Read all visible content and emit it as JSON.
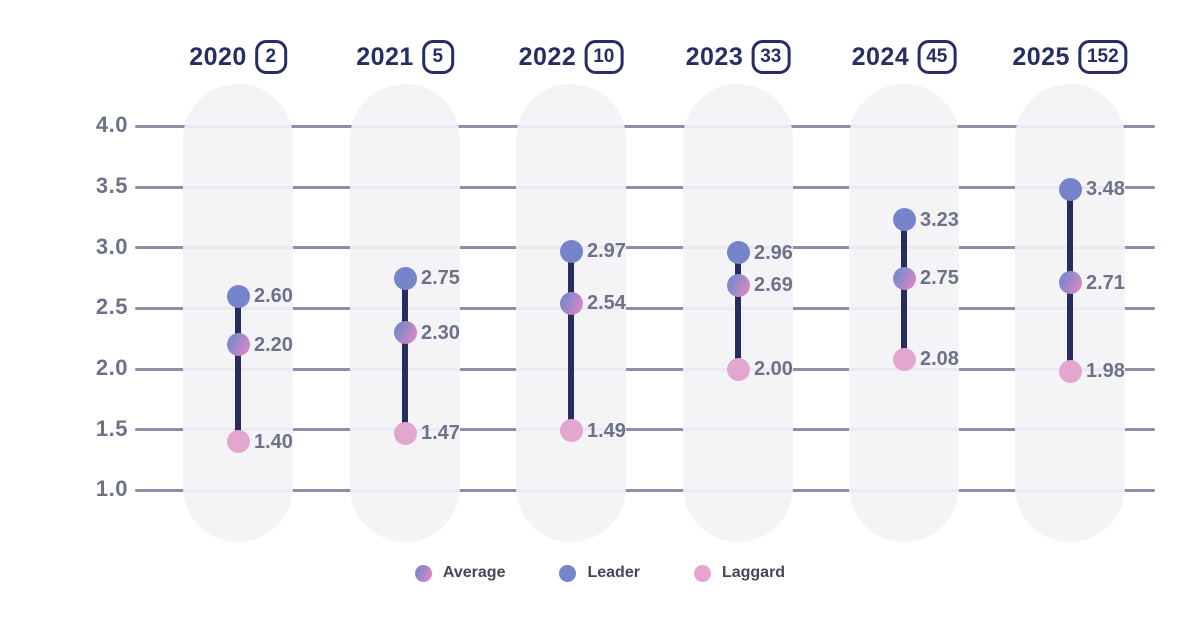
{
  "chart_data": {
    "type": "dumbbell",
    "title": "",
    "categories": [
      "2020",
      "2021",
      "2022",
      "2023",
      "2024",
      "2025"
    ],
    "category_badges": [
      "2",
      "5",
      "10",
      "33",
      "45",
      "152"
    ],
    "series": [
      {
        "name": "Leader",
        "values": [
          2.6,
          2.75,
          2.97,
          2.96,
          3.23,
          3.48
        ]
      },
      {
        "name": "Average",
        "values": [
          2.2,
          2.3,
          2.54,
          2.69,
          2.75,
          2.71
        ]
      },
      {
        "name": "Laggard",
        "values": [
          1.4,
          1.47,
          1.49,
          2.0,
          2.08,
          1.98
        ]
      }
    ],
    "yticks": [
      4.0,
      3.5,
      3.0,
      2.5,
      2.0,
      1.5,
      1.0
    ],
    "ylim": [
      1.0,
      4.0
    ],
    "grid": true,
    "legend": [
      "Average",
      "Leader",
      "Laggard"
    ],
    "legend_position": "bottom"
  },
  "colors": {
    "leader_dot": "#7684c9",
    "laggard_dot": "#e3a6cf",
    "average_gradient_start": "#8289cb",
    "average_gradient_end": "#cf88c4",
    "dumbbell_line": "#272c5e",
    "gridline": "#8b8fa7",
    "tick_text": "#6e7289",
    "value_text": "#6e7289",
    "year_text": "#272e63",
    "legend_text": "#44475a",
    "pill_fill": "rgba(243,243,246,0.91)"
  }
}
